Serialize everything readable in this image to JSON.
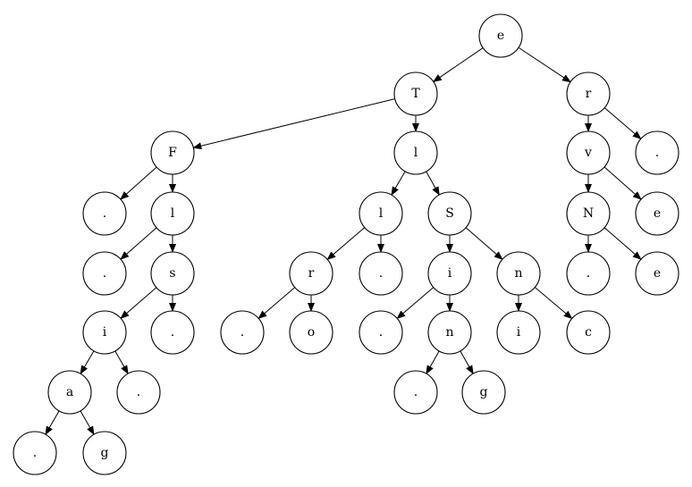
{
  "tree": {
    "nodes": [
      {
        "id": "n0",
        "label": "e"
      },
      {
        "id": "n1",
        "label": "T"
      },
      {
        "id": "n2",
        "label": "r"
      },
      {
        "id": "n3",
        "label": "F"
      },
      {
        "id": "n4",
        "label": "l"
      },
      {
        "id": "n5",
        "label": "v"
      },
      {
        "id": "n6",
        "label": "."
      },
      {
        "id": "n7",
        "label": "."
      },
      {
        "id": "n8",
        "label": "l"
      },
      {
        "id": "n9",
        "label": "l"
      },
      {
        "id": "n10",
        "label": "S"
      },
      {
        "id": "n11",
        "label": "N"
      },
      {
        "id": "n12",
        "label": "e"
      },
      {
        "id": "n13",
        "label": "."
      },
      {
        "id": "n14",
        "label": "s"
      },
      {
        "id": "n15",
        "label": "r"
      },
      {
        "id": "n16",
        "label": "."
      },
      {
        "id": "n17",
        "label": "i"
      },
      {
        "id": "n18",
        "label": "n"
      },
      {
        "id": "n19",
        "label": "."
      },
      {
        "id": "n20",
        "label": "e"
      },
      {
        "id": "n21",
        "label": "i"
      },
      {
        "id": "n22",
        "label": "."
      },
      {
        "id": "n23",
        "label": "."
      },
      {
        "id": "n24",
        "label": "o"
      },
      {
        "id": "n25",
        "label": "."
      },
      {
        "id": "n26",
        "label": "n"
      },
      {
        "id": "n27",
        "label": "i"
      },
      {
        "id": "n28",
        "label": "c"
      },
      {
        "id": "n29",
        "label": "a"
      },
      {
        "id": "n30",
        "label": "."
      },
      {
        "id": "n31",
        "label": "."
      },
      {
        "id": "n32",
        "label": "g"
      },
      {
        "id": "n33",
        "label": "."
      },
      {
        "id": "n34",
        "label": "g"
      }
    ],
    "edges": [
      [
        "n0",
        "n1"
      ],
      [
        "n0",
        "n2"
      ],
      [
        "n1",
        "n3"
      ],
      [
        "n1",
        "n4"
      ],
      [
        "n2",
        "n5"
      ],
      [
        "n2",
        "n6"
      ],
      [
        "n3",
        "n7"
      ],
      [
        "n3",
        "n8"
      ],
      [
        "n4",
        "n9"
      ],
      [
        "n4",
        "n10"
      ],
      [
        "n5",
        "n11"
      ],
      [
        "n5",
        "n12"
      ],
      [
        "n8",
        "n13"
      ],
      [
        "n8",
        "n14"
      ],
      [
        "n9",
        "n15"
      ],
      [
        "n9",
        "n16"
      ],
      [
        "n10",
        "n17"
      ],
      [
        "n10",
        "n18"
      ],
      [
        "n11",
        "n19"
      ],
      [
        "n11",
        "n20"
      ],
      [
        "n14",
        "n21"
      ],
      [
        "n14",
        "n22"
      ],
      [
        "n15",
        "n23"
      ],
      [
        "n15",
        "n24"
      ],
      [
        "n17",
        "n25"
      ],
      [
        "n17",
        "n26"
      ],
      [
        "n18",
        "n27"
      ],
      [
        "n18",
        "n28"
      ],
      [
        "n21",
        "n29"
      ],
      [
        "n21",
        "n30"
      ],
      [
        "n26",
        "n31"
      ],
      [
        "n26",
        "n32"
      ],
      [
        "n29",
        "n33"
      ],
      [
        "n29",
        "n34"
      ]
    ]
  }
}
